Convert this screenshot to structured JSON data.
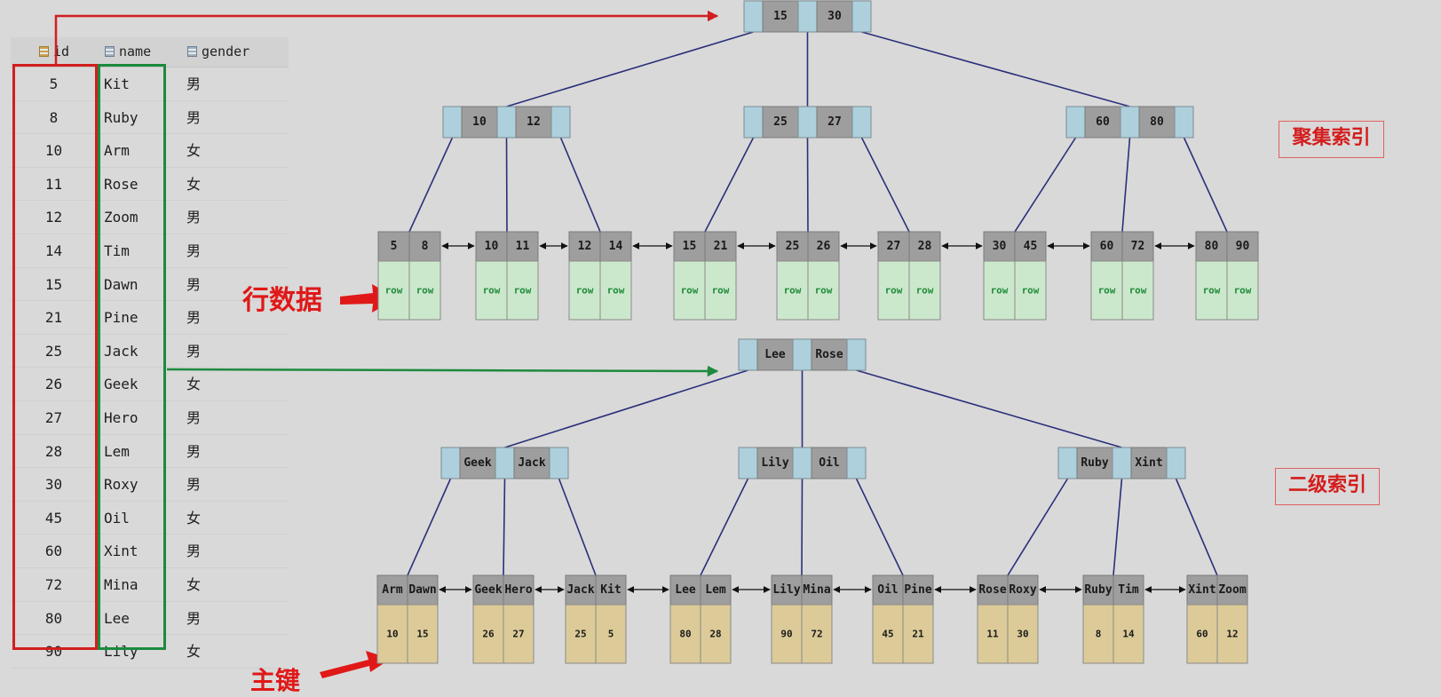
{
  "table": {
    "headers": {
      "id": "id",
      "name": "name",
      "gender": "gender"
    },
    "rows": [
      {
        "id": "5",
        "name": "Kit",
        "gender": "男"
      },
      {
        "id": "8",
        "name": "Ruby",
        "gender": "男"
      },
      {
        "id": "10",
        "name": "Arm",
        "gender": "女"
      },
      {
        "id": "11",
        "name": "Rose",
        "gender": "女"
      },
      {
        "id": "12",
        "name": "Zoom",
        "gender": "男"
      },
      {
        "id": "14",
        "name": "Tim",
        "gender": "男"
      },
      {
        "id": "15",
        "name": "Dawn",
        "gender": "男"
      },
      {
        "id": "21",
        "name": "Pine",
        "gender": "男"
      },
      {
        "id": "25",
        "name": "Jack",
        "gender": "男"
      },
      {
        "id": "26",
        "name": "Geek",
        "gender": "女"
      },
      {
        "id": "27",
        "name": "Hero",
        "gender": "男"
      },
      {
        "id": "28",
        "name": "Lem",
        "gender": "男"
      },
      {
        "id": "30",
        "name": "Roxy",
        "gender": "男"
      },
      {
        "id": "45",
        "name": "Oil",
        "gender": "女"
      },
      {
        "id": "60",
        "name": "Xint",
        "gender": "男"
      },
      {
        "id": "72",
        "name": "Mina",
        "gender": "女"
      },
      {
        "id": "80",
        "name": "Lee",
        "gender": "男"
      },
      {
        "id": "90",
        "name": "Lily",
        "gender": "女"
      }
    ]
  },
  "labels": {
    "clustered_index": "聚集索引",
    "secondary_index": "二级索引",
    "row_data": "行数据",
    "primary_key": "主键",
    "row_cell": "row"
  },
  "clustered_tree": {
    "root": [
      "15",
      "30"
    ],
    "internal": [
      [
        "10",
        "12"
      ],
      [
        "25",
        "27"
      ],
      [
        "60",
        "80"
      ]
    ],
    "leaves": [
      [
        "5",
        "8"
      ],
      [
        "10",
        "11"
      ],
      [
        "12",
        "14"
      ],
      [
        "15",
        "21"
      ],
      [
        "25",
        "26"
      ],
      [
        "27",
        "28"
      ],
      [
        "30",
        "45"
      ],
      [
        "60",
        "72"
      ],
      [
        "80",
        "90"
      ]
    ]
  },
  "secondary_tree": {
    "root": [
      "Lee",
      "Rose"
    ],
    "internal": [
      [
        "Geek",
        "Jack"
      ],
      [
        "Lily",
        "Oil"
      ],
      [
        "Ruby",
        "Xint"
      ]
    ],
    "leaves": [
      [
        "Arm",
        "Dawn"
      ],
      [
        "Geek",
        "Hero"
      ],
      [
        "Jack",
        "Kit"
      ],
      [
        "Lee",
        "Lem"
      ],
      [
        "Lily",
        "Mina"
      ],
      [
        "Oil",
        "Pine"
      ],
      [
        "Rose",
        "Roxy"
      ],
      [
        "Ruby",
        "Tim"
      ],
      [
        "Xint",
        "Zoom"
      ]
    ],
    "leaf_pks": [
      [
        "10",
        "15"
      ],
      [
        "26",
        "27"
      ],
      [
        "25",
        "5"
      ],
      [
        "80",
        "28"
      ],
      [
        "90",
        "72"
      ],
      [
        "45",
        "21"
      ],
      [
        "11",
        "30"
      ],
      [
        "8",
        "14"
      ],
      [
        "60",
        "12"
      ]
    ]
  },
  "colors": {
    "background": "#d9d9d9",
    "key_cell": "#9e9e9e",
    "pointer_cell": "#add0dc",
    "row_cell": "#cce8cc",
    "pk_cell": "#dccb98",
    "tree_line": "#2b2f7a",
    "red_arrow": "#d21e1e",
    "green_arrow": "#1d8a3e"
  }
}
